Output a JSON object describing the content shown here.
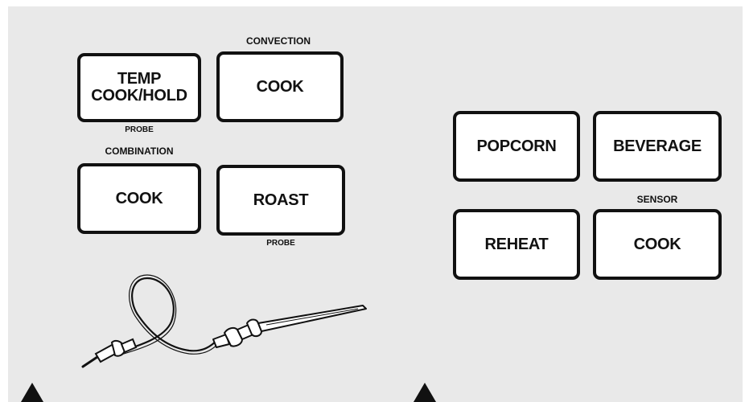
{
  "colors": {
    "panel_background": "#e9e9e9",
    "key_face": "#ffffff",
    "key_outline": "#111111"
  },
  "left_panel": {
    "temp_cook_hold": {
      "label": "TEMP\nCOOK/HOLD",
      "caption_below": "PROBE"
    },
    "convection_cook": {
      "caption_above": "CONVECTION",
      "label": "COOK"
    },
    "combination_cook": {
      "caption_above": "COMBINATION",
      "label": "COOK"
    },
    "roast": {
      "label": "ROAST",
      "caption_below": "PROBE"
    }
  },
  "right_panel": {
    "popcorn": {
      "label": "POPCORN"
    },
    "beverage": {
      "label": "BEVERAGE"
    },
    "reheat": {
      "label": "REHEAT"
    },
    "sensor_cook": {
      "caption_above": "SENSOR",
      "label": "COOK"
    }
  },
  "illustration": {
    "icon": "temperature-probe-icon"
  },
  "markers": {
    "icon": "up-arrow-icon",
    "count": 2
  }
}
